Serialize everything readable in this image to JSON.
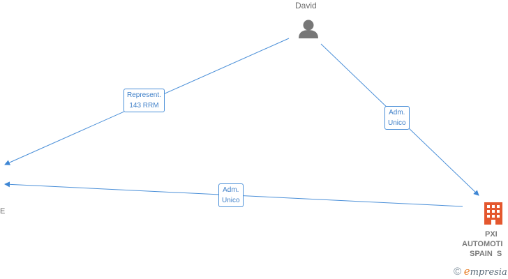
{
  "nodes": {
    "person": {
      "name": "David",
      "icon": "person-icon",
      "color": "#6d6d6d"
    },
    "company_left": {
      "name_fragment": "E"
    },
    "company_right": {
      "name_lines": [
        "PXI",
        "AUTOMOTI",
        "SPAIN  S"
      ],
      "icon": "building-icon",
      "color": "#e4572e"
    }
  },
  "edges": [
    {
      "from": "person",
      "to": "company_left",
      "label_lines": [
        "Represent.",
        "143 RRM"
      ]
    },
    {
      "from": "person",
      "to": "company_right",
      "label_lines": [
        "Adm.",
        "Unico"
      ]
    },
    {
      "from": "company_right",
      "to": "company_left",
      "label_lines": [
        "Adm.",
        "Unico"
      ]
    }
  ],
  "colors": {
    "edge": "#4a8fd8",
    "edge_text": "#3e7fc8",
    "node_text": "#6d6d6d"
  },
  "brand": {
    "copyright": "©",
    "initial": "e",
    "rest": "mpresia"
  }
}
